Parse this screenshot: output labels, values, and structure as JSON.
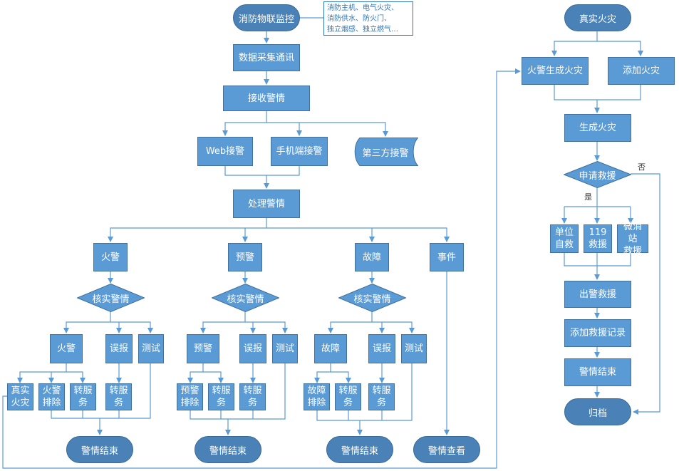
{
  "left_flow": {
    "start": "消防物联监控",
    "devices_note": "消防主机、电气火灾、\n消防供水、防火门、\n独立烟感、独立燃气…",
    "collect": "数据采集通讯",
    "receive": "接收警情",
    "sources": {
      "web": "Web接警",
      "mobile": "手机端接警",
      "third_party": "第三方接警"
    },
    "process": "处理警情",
    "categories": {
      "fire": "火警",
      "warning": "预警",
      "fault": "故障",
      "event": "事件"
    },
    "verify": "核实警情",
    "fire_branch": {
      "results": {
        "fire": "火警",
        "false_alarm": "误报",
        "test": "测试"
      },
      "actions": {
        "real_fire": "真实\n火灾",
        "fire_clear": "火警\n排除",
        "transfer1": "转服\n务",
        "transfer2": "转服\n务"
      },
      "end": "警情结束"
    },
    "warning_branch": {
      "results": {
        "warning": "预警",
        "false_alarm": "误报",
        "test": "测试"
      },
      "actions": {
        "warning_clear": "预警\n排除",
        "transfer1": "转服\n务",
        "transfer2": "转服\n务"
      },
      "end": "警情结束"
    },
    "fault_branch": {
      "results": {
        "fault": "故障",
        "false_alarm": "误报",
        "test": "测试"
      },
      "actions": {
        "fault_clear": "故障\n排除",
        "transfer1": "转服\n务",
        "transfer2": "转服\n务"
      },
      "end": "警情结束"
    },
    "event_end": "警情查看"
  },
  "right_flow": {
    "start": "真实火灾",
    "from_alarm": "火警生成火灾",
    "manual_add": "添加火灾",
    "generate": "生成火灾",
    "request": "申请救援",
    "yes_label": "是",
    "no_label": "否",
    "rescue": {
      "self": "单位\n自救",
      "n119": "119\n救援",
      "micro_station": "微消站\n救援"
    },
    "dispatch": "出警救援",
    "add_record": "添加救援记录",
    "end": "警情结束",
    "archive": "归档"
  },
  "colors": {
    "node_fill": "#5b9bd5",
    "node_border": "#41719c",
    "terminal_fill": "#4a82b8",
    "connector": "#5b9bd5"
  }
}
